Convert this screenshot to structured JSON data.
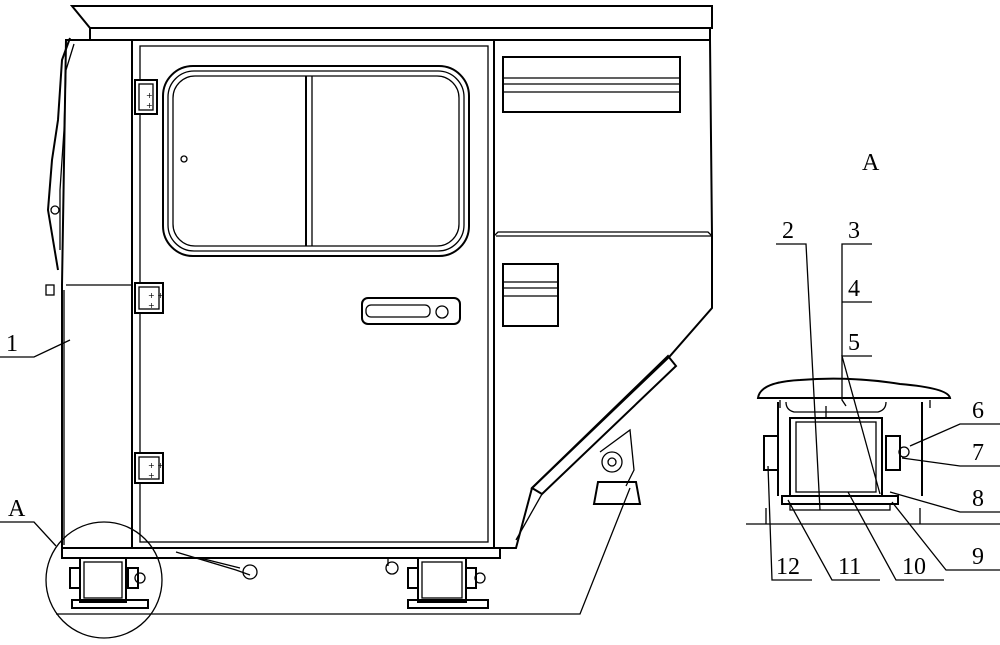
{
  "view_label_main": "A",
  "view_title": "A",
  "main_callouts": [
    {
      "id": "callout-1",
      "text": "1"
    }
  ],
  "detail_callouts": [
    {
      "id": "callout-2",
      "text": "2"
    },
    {
      "id": "callout-3",
      "text": "3"
    },
    {
      "id": "callout-4",
      "text": "4"
    },
    {
      "id": "callout-5",
      "text": "5"
    },
    {
      "id": "callout-6",
      "text": "6"
    },
    {
      "id": "callout-7",
      "text": "7"
    },
    {
      "id": "callout-8",
      "text": "8"
    },
    {
      "id": "callout-9",
      "text": "9"
    },
    {
      "id": "callout-10",
      "text": "10"
    },
    {
      "id": "callout-11",
      "text": "11"
    },
    {
      "id": "callout-12",
      "text": "12"
    }
  ]
}
